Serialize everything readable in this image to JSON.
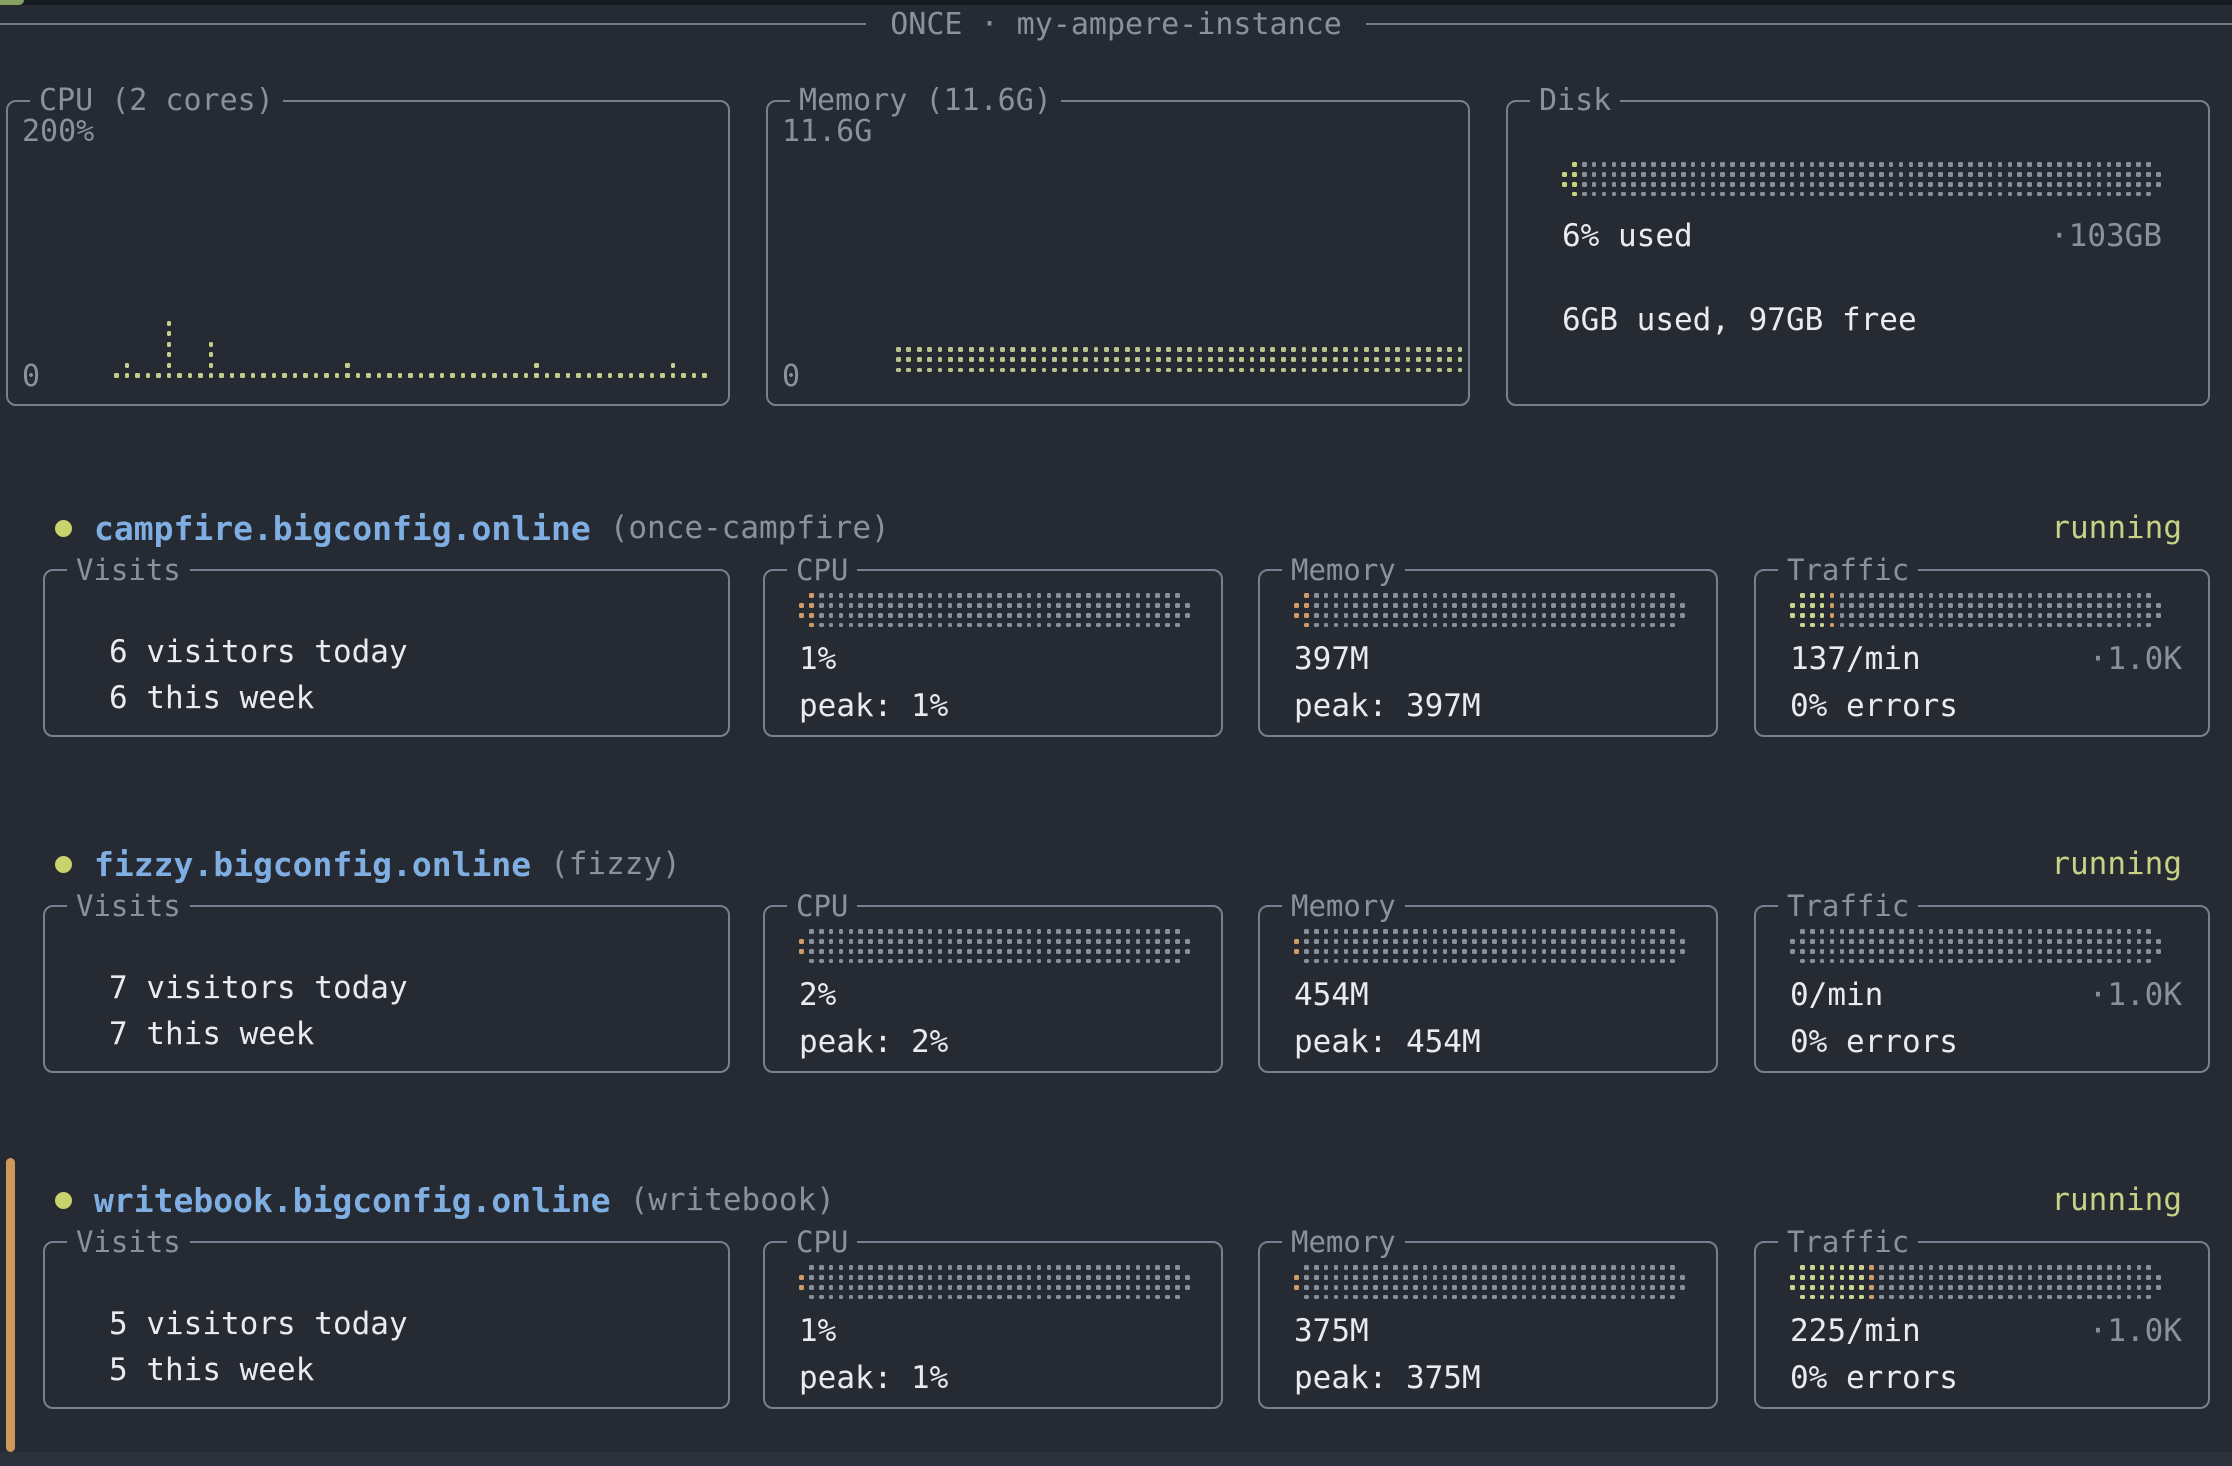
{
  "header": {
    "title": "ONCE · my-ampere-instance"
  },
  "colors": {
    "bg": "#262B33",
    "border": "#778090",
    "text_bright": "#E9EBEE",
    "text_dim": "#8A919D",
    "accent_green": "#C8D186",
    "accent_blue": "#7FAEE3",
    "accent_orange": "#D29B66",
    "gauge_gray": "#8A909B",
    "status_green": "#C9D36E",
    "selection_bar": "#D0995C",
    "spark_green": "#C3CE8C",
    "mem_band": "#B9C48C",
    "disk_fill": "#C9D37E",
    "traffic_green": "#CBD58D"
  },
  "system": {
    "cpu": {
      "title": "CPU (2 cores)",
      "y_max": "200%",
      "y_min": "0",
      "spark": {
        "color": "spark_green",
        "heights": [
          1,
          2,
          1,
          1,
          1,
          6,
          1,
          1,
          1,
          4,
          1,
          1,
          1,
          1,
          1,
          1,
          1,
          1,
          1,
          1,
          1,
          1,
          2,
          1,
          1,
          1,
          1,
          1,
          1,
          1,
          1,
          1,
          1,
          1,
          1,
          1,
          1,
          1,
          1,
          1,
          2,
          1,
          1,
          1,
          1,
          1,
          1,
          1,
          1,
          1,
          1,
          1,
          1,
          2,
          1,
          1,
          1
        ]
      }
    },
    "memory": {
      "title": "Memory (11.6G)",
      "y_max": "11.6G",
      "y_min": "0",
      "band": {
        "rows": 3,
        "cols": 55,
        "capsule": false,
        "segments": [
          {
            "color": "mem_band",
            "cols": 55
          }
        ]
      }
    },
    "disk": {
      "title": "Disk",
      "used": "6% used",
      "capacity": "·103GB",
      "detail": "6GB used, 97GB free",
      "gauge": {
        "rows": 4,
        "cols": 61,
        "capsule": true,
        "segments": [
          {
            "color": "disk_fill",
            "cols": 2
          }
        ]
      }
    }
  },
  "apps": [
    {
      "domain": "campfire.bigconfig.online",
      "alias": "(once-campfire)",
      "status": "running",
      "selected": false,
      "visits": {
        "title": "Visits",
        "line1": "6 visitors today",
        "line2": "6 this week"
      },
      "cpu": {
        "title": "CPU",
        "value": "1%",
        "peak": "peak: 1%",
        "gauge": {
          "rows": 4,
          "cols": 40,
          "capsule": true,
          "segments": [
            {
              "color": "accent_orange",
              "cols": 2
            }
          ]
        }
      },
      "memory": {
        "title": "Memory",
        "value": "397M",
        "peak": "peak: 397M",
        "gauge": {
          "rows": 4,
          "cols": 40,
          "capsule": true,
          "segments": [
            {
              "color": "accent_orange",
              "cols": 2
            }
          ]
        }
      },
      "traffic": {
        "title": "Traffic",
        "value": "137/min",
        "capacity": "·1.0K",
        "errors": "0% errors",
        "gauge": {
          "rows": 4,
          "cols": 38,
          "capsule": true,
          "segments": [
            {
              "color": "traffic_green",
              "cols": 4
            },
            {
              "color": "accent_orange",
              "cols": 1
            }
          ]
        }
      }
    },
    {
      "domain": "fizzy.bigconfig.online",
      "alias": "(fizzy)",
      "status": "running",
      "selected": false,
      "visits": {
        "title": "Visits",
        "line1": "7 visitors today",
        "line2": "7 this week"
      },
      "cpu": {
        "title": "CPU",
        "value": "2%",
        "peak": "peak: 2%",
        "gauge": {
          "rows": 4,
          "cols": 40,
          "capsule": true,
          "segments": [
            {
              "color": "accent_orange",
              "cols": 1
            }
          ]
        }
      },
      "memory": {
        "title": "Memory",
        "value": "454M",
        "peak": "peak: 454M",
        "gauge": {
          "rows": 4,
          "cols": 40,
          "capsule": true,
          "segments": [
            {
              "color": "accent_orange",
              "cols": 1
            }
          ]
        }
      },
      "traffic": {
        "title": "Traffic",
        "value": "0/min",
        "capacity": "·1.0K",
        "errors": "0% errors",
        "gauge": {
          "rows": 4,
          "cols": 38,
          "capsule": true,
          "segments": []
        }
      }
    },
    {
      "domain": "writebook.bigconfig.online",
      "alias": "(writebook)",
      "status": "running",
      "selected": true,
      "visits": {
        "title": "Visits",
        "line1": "5 visitors today",
        "line2": "5 this week"
      },
      "cpu": {
        "title": "CPU",
        "value": "1%",
        "peak": "peak: 1%",
        "gauge": {
          "rows": 4,
          "cols": 40,
          "capsule": true,
          "segments": [
            {
              "color": "accent_orange",
              "cols": 1
            }
          ]
        }
      },
      "memory": {
        "title": "Memory",
        "value": "375M",
        "peak": "peak: 375M",
        "gauge": {
          "rows": 4,
          "cols": 40,
          "capsule": true,
          "segments": [
            {
              "color": "accent_orange",
              "cols": 1
            }
          ]
        }
      },
      "traffic": {
        "title": "Traffic",
        "value": "225/min",
        "capacity": "·1.0K",
        "errors": "0% errors",
        "gauge": {
          "rows": 4,
          "cols": 38,
          "capsule": true,
          "segments": [
            {
              "color": "traffic_green",
              "cols": 8
            },
            {
              "color": "accent_orange",
              "cols": 1
            }
          ]
        }
      }
    }
  ]
}
